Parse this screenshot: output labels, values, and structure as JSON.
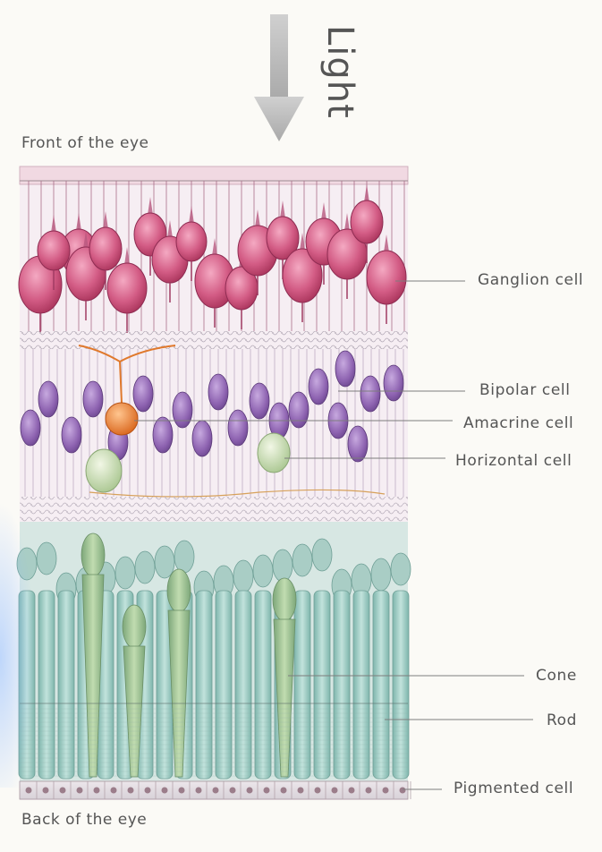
{
  "light": {
    "label": "Light"
  },
  "front_label": "Front of the eye",
  "back_label": "Back of the eye",
  "labels": [
    {
      "key": "ganglion",
      "text": "Ganglion cell"
    },
    {
      "key": "bipolar",
      "text": "Bipolar cell"
    },
    {
      "key": "amacrine",
      "text": "Amacrine cell"
    },
    {
      "key": "horizontal",
      "text": "Horizontal cell"
    },
    {
      "key": "cone",
      "text": "Cone"
    },
    {
      "key": "rod",
      "text": "Rod"
    },
    {
      "key": "pigmented",
      "text": "Pigmented cell"
    }
  ],
  "colors": {
    "ganglion": "#c9436f",
    "bipolar": "#8a5aa0",
    "amacrine": "#e27a2a",
    "horizontal": "#b9d3a0",
    "cone": "#8fc7b5",
    "rod": "#9dc9c2",
    "pigmented": "#c7a7ad",
    "arrow": "#b8b8b8"
  }
}
